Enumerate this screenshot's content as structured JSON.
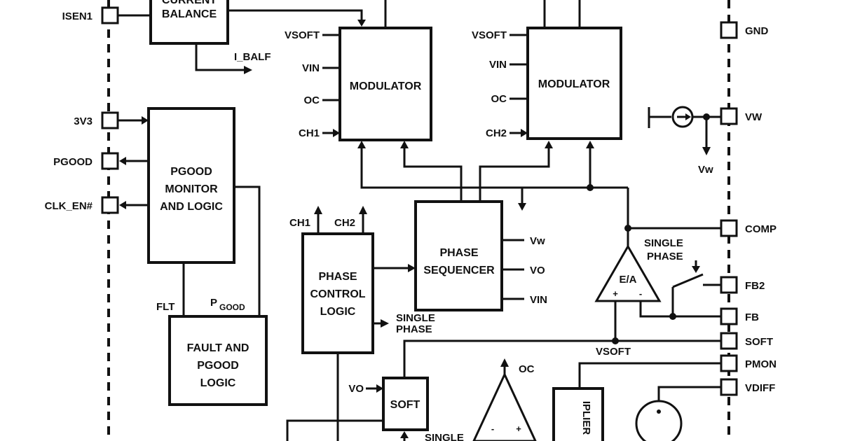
{
  "blocks": {
    "current_balance": [
      "CURRENT",
      "BALANCE"
    ],
    "modulator1": "MODULATOR",
    "modulator2": "MODULATOR",
    "pgood_monitor": [
      "PGOOD",
      "MONITOR",
      "AND LOGIC"
    ],
    "fault_pgood": [
      "FAULT AND",
      "PGOOD",
      "LOGIC"
    ],
    "phase_control": [
      "PHASE",
      "CONTROL",
      "LOGIC"
    ],
    "phase_sequencer": [
      "PHASE",
      "SEQUENCER"
    ],
    "soft": "SOFT",
    "error_amp": "E/A",
    "multiplier": "IPLIER"
  },
  "pins_left": {
    "isen1": "ISEN1",
    "v3v3": "3V3",
    "pgood": "PGOOD",
    "clk_en": "CLK_EN#"
  },
  "pins_right": {
    "gnd": "GND",
    "vw": "VW",
    "comp": "COMP",
    "fb2": "FB2",
    "fb": "FB",
    "soft": "SOFT",
    "pmon": "PMON",
    "vdiff": "VDIFF"
  },
  "signals": {
    "i_balf": "I_BALF",
    "vsoft_1": "VSOFT",
    "vin_1": "VIN",
    "oc_1": "OC",
    "ch1_1": "CH1",
    "vsoft_2": "VSOFT",
    "vin_2": "VIN",
    "oc_2": "OC",
    "ch2_2": "CH2",
    "vw_sub": "Vw",
    "single_phase_right": [
      "SINGLE",
      "PHASE"
    ],
    "ch1_top": "CH1",
    "ch2_top": "CH2",
    "seq_vw": "Vw",
    "seq_vo": "VO",
    "seq_vin": "VIN",
    "flt": "FLT",
    "pgood_main": "P",
    "pgood_sub": "GOOD",
    "single_phase_mid": [
      "SINGLE",
      "PHASE"
    ],
    "vsoft_bottom": "VSOFT",
    "vo_soft": "VO",
    "oc_bottom": "OC",
    "single_bottom": "SINGLE",
    "ea_minus": "-",
    "ea_plus": "+",
    "cmp_minus": "-",
    "cmp_plus": "+"
  }
}
